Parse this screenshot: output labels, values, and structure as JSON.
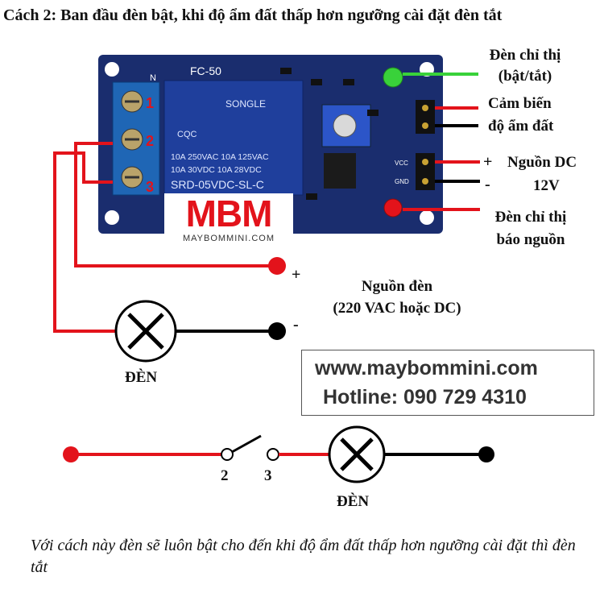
{
  "title": "Cách 2: Ban đầu đèn bật, khi độ ẩm đất thấp hơn ngưỡng cài đặt đèn tắt",
  "module": {
    "board_label": "FC-50",
    "relay_brand": "SONGLE",
    "relay_cert": "CQC",
    "relay_rating_1": "10A 250VAC 10A 125VAC",
    "relay_rating_2": "10A  30VDC 10A 28VDC",
    "relay_model": "SRD-05VDC-SL-C",
    "pin_labels": [
      "VCC",
      "GND"
    ],
    "terminal_numbers": [
      "1",
      "2",
      "3"
    ]
  },
  "labels": {
    "indicator_led": "Đèn chỉ thị",
    "indicator_led_state": "(bật/tắt)",
    "sensor_1": "Cảm biến",
    "sensor_2": "độ ẩm đất",
    "power_dc_plus": "+",
    "power_dc": "Nguồn DC",
    "power_dc_minus": "-",
    "power_dc_voltage": "12V",
    "power_led_1": "Đèn chỉ thị",
    "power_led_2": "báo nguồn",
    "lamp_plus": "+",
    "lamp_minus": "-",
    "lamp_power_1": "Nguồn đèn",
    "lamp_power_2": "(220 VAC hoặc DC)",
    "lamp_1": "ĐÈN",
    "lamp_2": "ĐÈN",
    "switch_2": "2",
    "switch_3": "3"
  },
  "watermark": {
    "logo": "MBM",
    "logo_sub": "MAYBOMMINI.COM"
  },
  "site": {
    "url": "www.maybommini.com",
    "hotline": "Hotline:  090 729 4310"
  },
  "caption": "Với cách này đèn sẽ luôn bật cho đến khi độ ẩm đất thấp hơn ngưỡng cài đặt thì đèn tắt",
  "colors": {
    "wire_red": "#e3131b",
    "wire_black": "#000000",
    "board": "#1a2d6e",
    "relay": "#1f3f9c",
    "terminal": "#1f66b5",
    "led_green": "#39d23a",
    "led_red": "#e3131b"
  }
}
